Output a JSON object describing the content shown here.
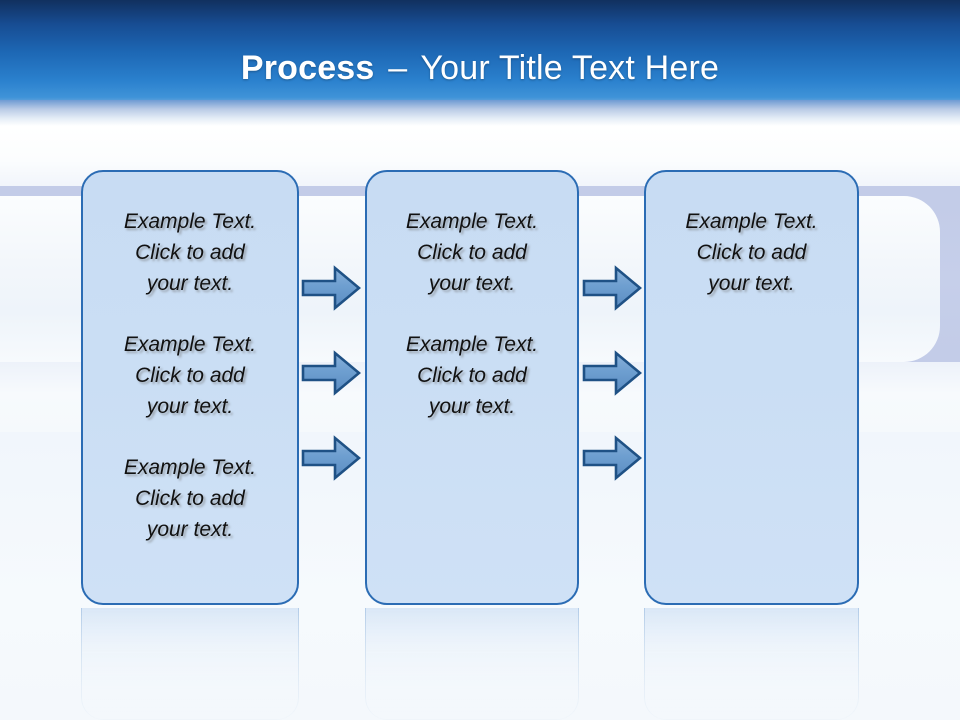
{
  "slide": {
    "title": {
      "bold_part": "Process",
      "separator": "–",
      "rest": "Your Title Text Here"
    },
    "colors": {
      "header_top": "#11305f",
      "header_bottom": "#3f93d8",
      "box_fill": "#c8dcf3",
      "box_border": "#2b6cb4",
      "arrow_fill": "#6e9fd0",
      "arrow_border": "#1f5185",
      "band": "#c3cce8",
      "title_text": "#ffffff",
      "body_text": "#111111"
    }
  },
  "process": {
    "boxes": [
      {
        "name": "column-1",
        "items": [
          "Example Text.\nClick  to add\nyour text.",
          "Example Text.\nClick  to add\nyour text.",
          "Example Text.\nClick  to add\nyour text."
        ]
      },
      {
        "name": "column-2",
        "items": [
          "Example Text.\nClick  to add\nyour text.",
          "Example Text.\nClick  to add\nyour text."
        ]
      },
      {
        "name": "column-3",
        "items": [
          "Example Text.\nClick  to add\nyour text."
        ]
      }
    ],
    "connectors": [
      {
        "name": "arrow-col1-row1",
        "direction": "right"
      },
      {
        "name": "arrow-col1-row2",
        "direction": "right"
      },
      {
        "name": "arrow-col1-row3",
        "direction": "right"
      },
      {
        "name": "arrow-col2-row1",
        "direction": "right"
      },
      {
        "name": "arrow-col2-row2",
        "direction": "right"
      },
      {
        "name": "arrow-col2-row3",
        "direction": "right"
      }
    ]
  }
}
